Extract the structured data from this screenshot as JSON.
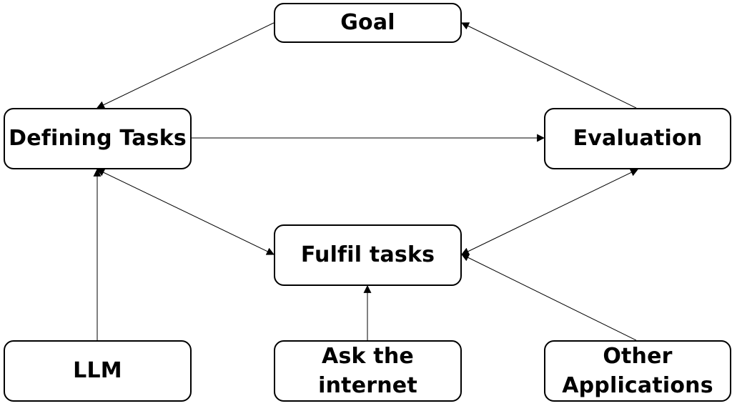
{
  "nodes": {
    "goal": "Goal",
    "defining_tasks": "Defining Tasks",
    "evaluation": "Evaluation",
    "fulfil_tasks": "Fulfil tasks",
    "llm": "LLM",
    "ask_internet": "Ask the\ninternet",
    "other_applications": "Other\nApplications"
  },
  "edges": [
    {
      "from": "goal",
      "to": "defining_tasks"
    },
    {
      "from": "defining_tasks",
      "to": "evaluation"
    },
    {
      "from": "evaluation",
      "to": "goal"
    },
    {
      "from": "defining_tasks",
      "to": "fulfil_tasks",
      "bidirectional": true
    },
    {
      "from": "fulfil_tasks",
      "to": "evaluation",
      "bidirectional": true
    },
    {
      "from": "llm",
      "to": "defining_tasks"
    },
    {
      "from": "ask_internet",
      "to": "fulfil_tasks"
    },
    {
      "from": "other_applications",
      "to": "fulfil_tasks"
    }
  ],
  "colors": {
    "stroke": "#000000",
    "background": "#ffffff"
  }
}
